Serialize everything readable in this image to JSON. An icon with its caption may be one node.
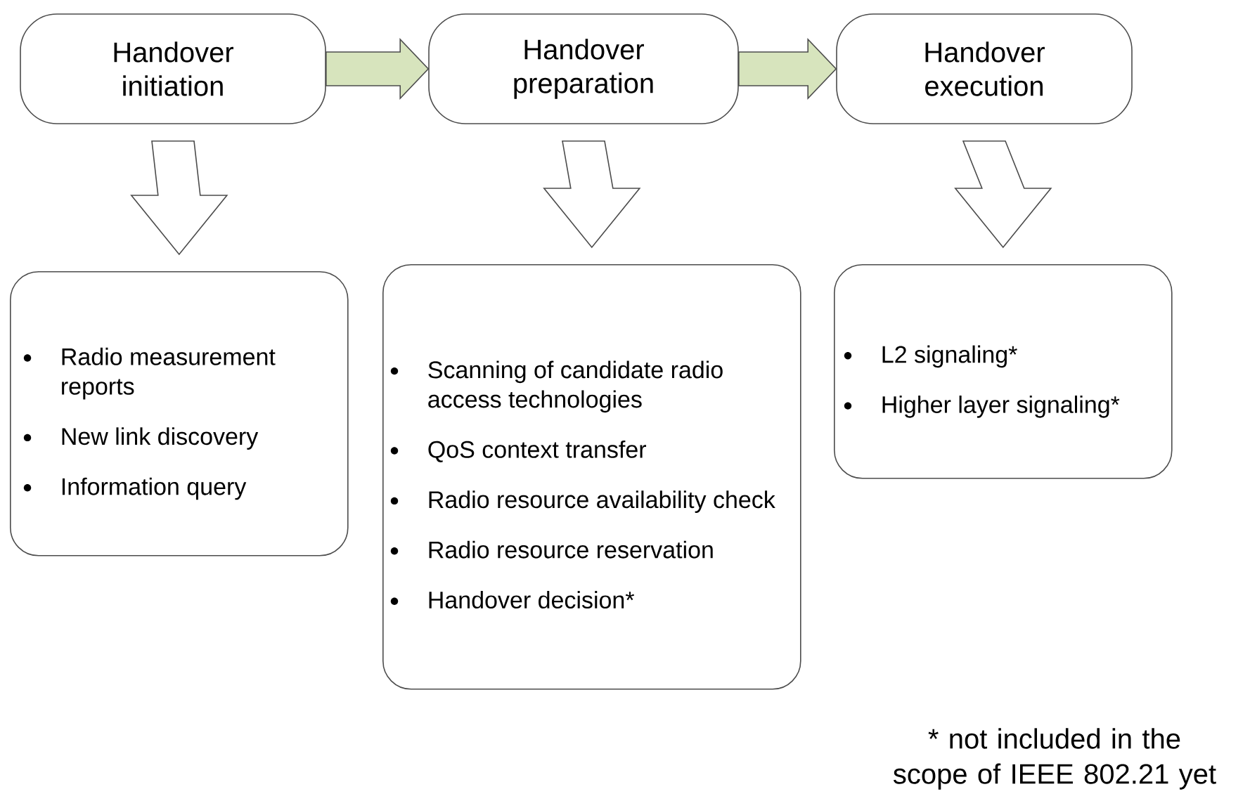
{
  "diagram": {
    "nodes": [
      {
        "text": [
          "Handover initiation"
        ]
      },
      {
        "text": [
          "Handover preparation"
        ]
      },
      {
        "text": [
          "Handover execution"
        ]
      },
      {
        "text": [
          "Radio measurement reports",
          "New link discovery",
          "Information query"
        ]
      },
      {
        "text": [
          "Scanning of candidate radio access technologies",
          "QoS context transfer",
          "Radio resource availability check",
          "Radio resource reservation",
          "Handover decision*"
        ]
      },
      {
        "text": [
          "L2 signaling*",
          "Higher layer signaling*"
        ]
      }
    ],
    "edges": [
      {
        "from": 0,
        "to": 1,
        "arrow": "to",
        "color": "#d7e4bd"
      },
      {
        "from": 1,
        "to": 2,
        "arrow": "to",
        "color": "#d7e4bd"
      },
      {
        "from": 0,
        "to": 3,
        "arrow": "to"
      },
      {
        "from": 1,
        "to": 4,
        "arrow": "to"
      },
      {
        "from": 2,
        "to": 5,
        "arrow": "to"
      }
    ],
    "labels": [
      "* not included in the scope of IEEE 802.21 yet"
    ]
  }
}
